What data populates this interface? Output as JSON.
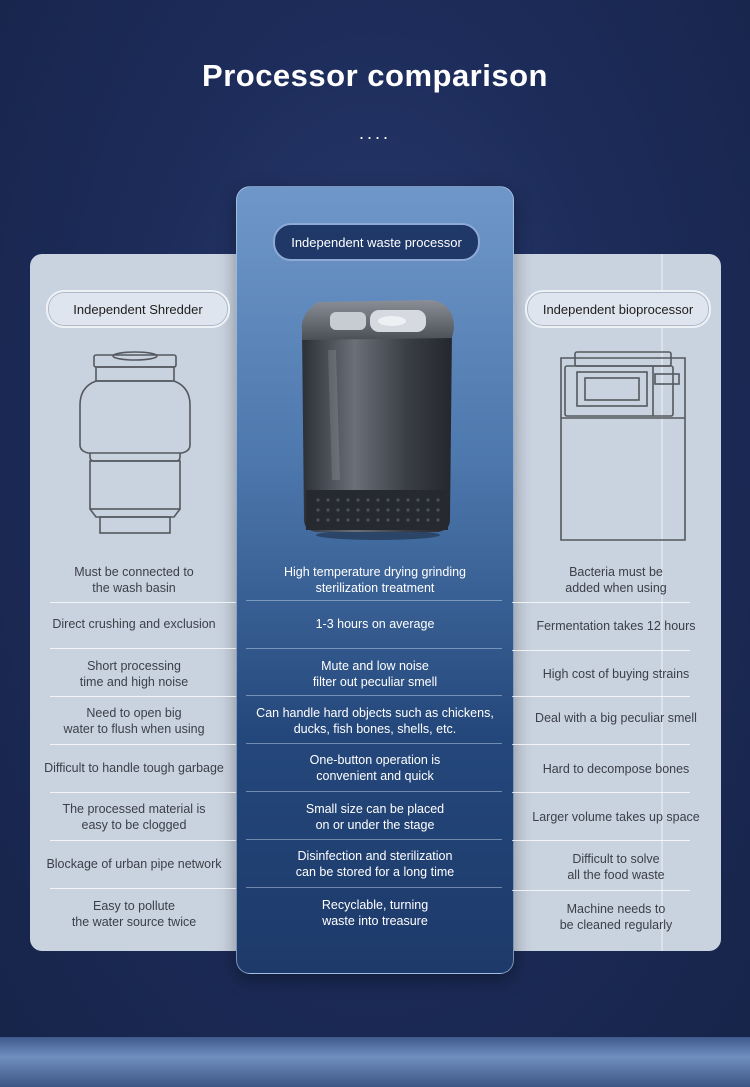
{
  "title": "Processor comparison",
  "dots": "....",
  "columns": {
    "left": {
      "label": "Independent Shredder",
      "items": [
        "Must be connected to\nthe wash basin",
        "Direct crushing and exclusion",
        "Short processing\ntime and high noise",
        "Need to open big\nwater to flush when using",
        "Difficult to handle tough garbage",
        "The processed material is\neasy to be clogged",
        "Blockage of urban pipe network",
        "Easy to pollute\nthe water source twice"
      ]
    },
    "center": {
      "label": "Independent waste processor",
      "items": [
        "High temperature drying grinding\nsterilization treatment",
        "1-3 hours on average",
        "Mute and low noise\nfilter out peculiar smell",
        "Can handle hard objects such as chickens,\nducks, fish bones, shells, etc.",
        "One-button operation is\nconvenient and quick",
        "Small size can be placed\non or under the stage",
        "Disinfection and sterilization\ncan be stored for a long time",
        "Recyclable, turning\nwaste into treasure"
      ]
    },
    "right": {
      "label": "Independent bioprocessor",
      "items": [
        "Bacteria must be\nadded when using",
        "Fermentation takes 12 hours",
        "High cost of buying strains",
        "Deal with a big peculiar smell",
        "Hard to decompose bones",
        "Larger volume takes up space",
        "Difficult to solve\nall the food waste",
        "Machine needs to\nbe cleaned regularly"
      ]
    }
  },
  "icons": {
    "left": "garbage-disposal-shredder-icon",
    "center": "waste-processor-product",
    "right": "bioprocessor-machine-icon"
  },
  "colors": {
    "background": "#1b2a55",
    "center_panel": "#4d78ad",
    "side_panel": "#c9d3df"
  }
}
